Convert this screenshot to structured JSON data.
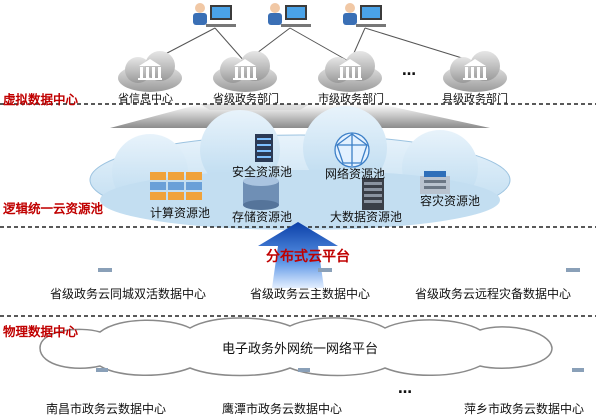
{
  "layers": {
    "virtual_dc": "虚拟数据中心",
    "logical_pool": "逻辑统一云资源池",
    "physical_dc": "物理数据中心"
  },
  "top_nodes": [
    "省信息中心",
    "省级政务部门",
    "市级政务部门",
    "县级政务部门"
  ],
  "top_ellipsis": "…",
  "pools": {
    "compute": "计算资源池",
    "security": "安全资源池",
    "storage": "存储资源池",
    "network": "网络资源池",
    "bigdata": "大数据资源池",
    "dr": "容灾资源池"
  },
  "platform": "分布式云平台",
  "provincial_dcs": [
    "省级政务云同城双活数据中心",
    "省级政务云主数据中心",
    "省级政务云远程灾备数据中心"
  ],
  "network_platform": "电子政务外网统一网络平台",
  "city_dcs": [
    "南昌市政务云数据中心",
    "鹰潭市政务云数据中心",
    "萍乡市政务云数据中心"
  ],
  "bottom_ellipsis": "…",
  "colors": {
    "accent_red": "#c00000",
    "cloud_blue": "#cfe6f5",
    "arrow_blue": "#1e5fd6"
  },
  "icons": [
    "user-at-computer-icon",
    "government-building-icon",
    "server-rack-icon",
    "network-globe-icon",
    "database-icon"
  ]
}
